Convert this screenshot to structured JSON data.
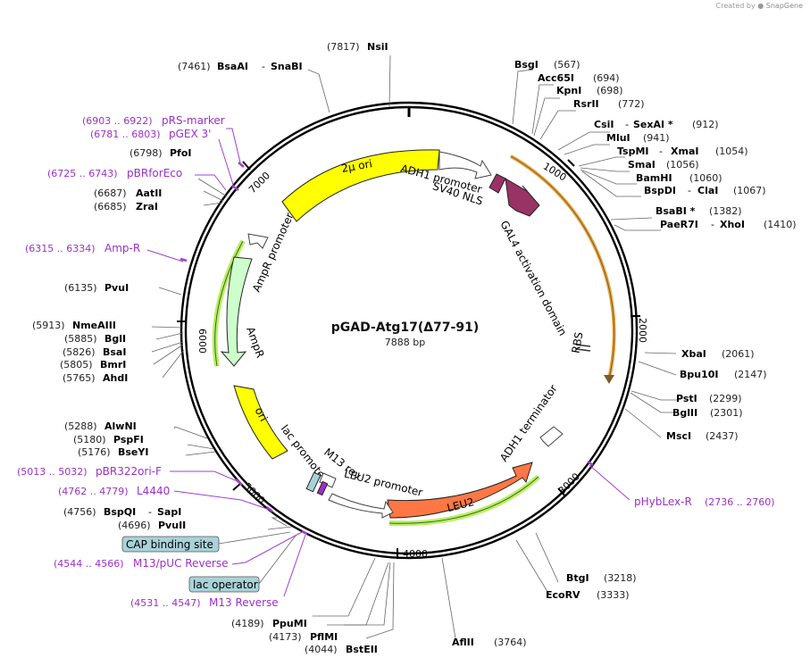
{
  "creator": {
    "prefix": "Created by",
    "brand": "SnapGene"
  },
  "plasmid": {
    "name": "pGAD-Atg17(Δ77-91)",
    "size_label": "7888 bp"
  },
  "colors": {
    "feature_purple": "#9b30c8",
    "ampr_fill": "#ccffcc",
    "ori_fill": "#ffff00",
    "gal4_fill": "#993366",
    "leu2_fill": "#ff7744",
    "primer_line": "#a040d0",
    "halo_green": "#99cc33",
    "halo_orange": "#e8a640",
    "callout_box": "#a9d2d8"
  },
  "ticks": [
    "1000",
    "2000",
    "3000",
    "4000",
    "5000",
    "6000",
    "7000"
  ],
  "features": [
    "2μ ori",
    "ADH1 promoter",
    "SV40 NLS",
    "GAL4 activation domain",
    "RBS",
    "ADH1 terminator",
    "LEU2",
    "LEU2 promoter",
    "M13 rev",
    "lac promoter",
    "ori",
    "AmpR",
    "AmpR promoter",
    "CAP",
    "lac"
  ],
  "sites": {
    "left": [
      {
        "pos": "(7461)",
        "name": "BsaAI",
        "extra": "SnaBI"
      },
      {
        "pos": "(6798)",
        "name": "PfoI",
        "extra": ""
      },
      {
        "pos": "(6687)",
        "name": "AatII",
        "extra": ""
      },
      {
        "pos": "(6685)",
        "name": "ZraI",
        "extra": ""
      },
      {
        "pos": "(6135)",
        "name": "PvuI",
        "extra": ""
      },
      {
        "pos": "(5913)",
        "name": "NmeAIII",
        "extra": ""
      },
      {
        "pos": "(5885)",
        "name": "BglI",
        "extra": ""
      },
      {
        "pos": "(5826)",
        "name": "BsaI",
        "extra": ""
      },
      {
        "pos": "(5805)",
        "name": "BmrI",
        "extra": ""
      },
      {
        "pos": "(5765)",
        "name": "AhdI",
        "extra": ""
      },
      {
        "pos": "(5288)",
        "name": "AlwNI",
        "extra": ""
      },
      {
        "pos": "(5180)",
        "name": "PspFI",
        "extra": ""
      },
      {
        "pos": "(5176)",
        "name": "BseYI",
        "extra": ""
      },
      {
        "pos": "(4756)",
        "name": "BspQI",
        "extra": "SapI"
      },
      {
        "pos": "(4696)",
        "name": "PvuII",
        "extra": ""
      }
    ],
    "top": {
      "pos": "(7817)",
      "name": "NsiI"
    },
    "right": [
      {
        "name": "BsgI",
        "extra": "",
        "pos": "(567)"
      },
      {
        "name": "Acc65I",
        "extra": "",
        "pos": "(694)"
      },
      {
        "name": "KpnI",
        "extra": "",
        "pos": "(698)"
      },
      {
        "name": "RsrII",
        "extra": "",
        "pos": "(772)"
      },
      {
        "name": "CsiI",
        "extra": "SexAI *",
        "pos": "(912)"
      },
      {
        "name": "MluI",
        "extra": "",
        "pos": "(941)"
      },
      {
        "name": "TspMI",
        "extra": "XmaI",
        "pos": "(1054)"
      },
      {
        "name": "SmaI",
        "extra": "",
        "pos": "(1056)"
      },
      {
        "name": "BamHI",
        "extra": "",
        "pos": "(1060)"
      },
      {
        "name": "BspDI",
        "extra": "ClaI",
        "pos": "(1067)"
      },
      {
        "name": "BsaBI *",
        "extra": "",
        "pos": "(1382)"
      },
      {
        "name": "PaeR7I",
        "extra": "XhoI",
        "pos": "(1410)"
      },
      {
        "name": "XbaI",
        "extra": "",
        "pos": "(2061)"
      },
      {
        "name": "Bpu10I",
        "extra": "",
        "pos": "(2147)"
      },
      {
        "name": "PstI",
        "extra": "",
        "pos": "(2299)"
      },
      {
        "name": "BglII",
        "extra": "",
        "pos": "(2301)"
      },
      {
        "name": "MscI",
        "extra": "",
        "pos": "(2437)"
      },
      {
        "name": "BtgI",
        "extra": "",
        "pos": "(3218)"
      },
      {
        "name": "EcoRV",
        "extra": "",
        "pos": "(3333)"
      }
    ],
    "bottom": [
      {
        "pos": "(4189)",
        "name": "PpuMI"
      },
      {
        "pos": "(4173)",
        "name": "PflMI"
      },
      {
        "pos": "(4044)",
        "name": "BstEII"
      },
      {
        "name": "AflII",
        "pos": "(3764)"
      }
    ]
  },
  "primers": [
    {
      "range": "(6903 .. 6922)",
      "name": "pRS-marker"
    },
    {
      "range": "(6781 .. 6803)",
      "name": "pGEX 3'"
    },
    {
      "range": "(6725 .. 6743)",
      "name": "pBRforEco"
    },
    {
      "range": "(6315 .. 6334)",
      "name": "Amp-R"
    },
    {
      "range": "(5013 .. 5032)",
      "name": "pBR322ori-F"
    },
    {
      "range": "(4762 .. 4779)",
      "name": "L4440"
    },
    {
      "range": "(4544 .. 4566)",
      "name": "M13/pUC Reverse"
    },
    {
      "range": "(4531 .. 4547)",
      "name": "M13 Reverse"
    },
    {
      "range": "(2736 .. 2760)",
      "name": "pHybLex-R"
    }
  ],
  "callouts": [
    "CAP binding site",
    "lac operator"
  ]
}
